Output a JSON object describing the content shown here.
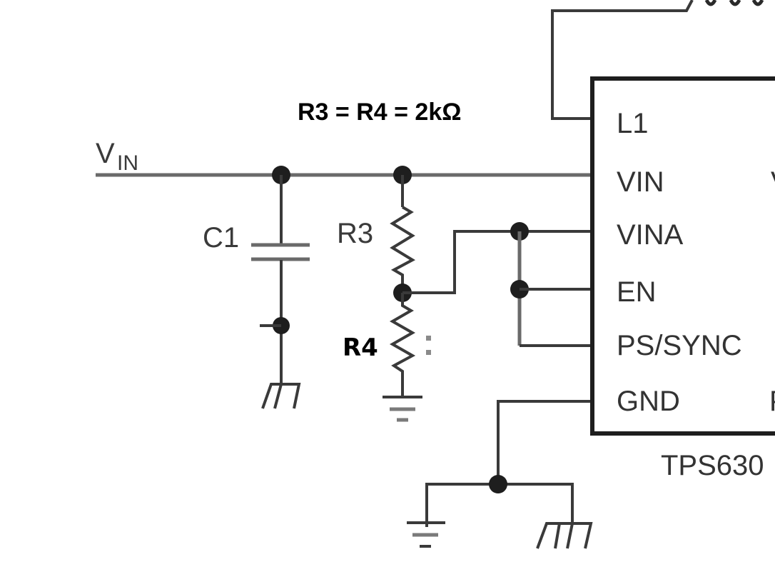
{
  "diagram": {
    "type": "circuit-schematic",
    "annotation": "R3 = R4 = 2kΩ",
    "input_net": {
      "label_main": "V",
      "label_sub": "IN"
    },
    "components": {
      "capacitor": {
        "label": "C1"
      },
      "resistor_top": {
        "label": "R3"
      },
      "resistor_bottom": {
        "label": "R4"
      }
    },
    "ic": {
      "part_label": "TPS630",
      "pins_left": [
        "L1",
        "VIN",
        "VINA",
        "EN",
        "PS/SYNC",
        "GND"
      ],
      "pins_right_partial": [
        "V",
        "P"
      ]
    },
    "inductor_hint": "inductor-coil-partial"
  }
}
